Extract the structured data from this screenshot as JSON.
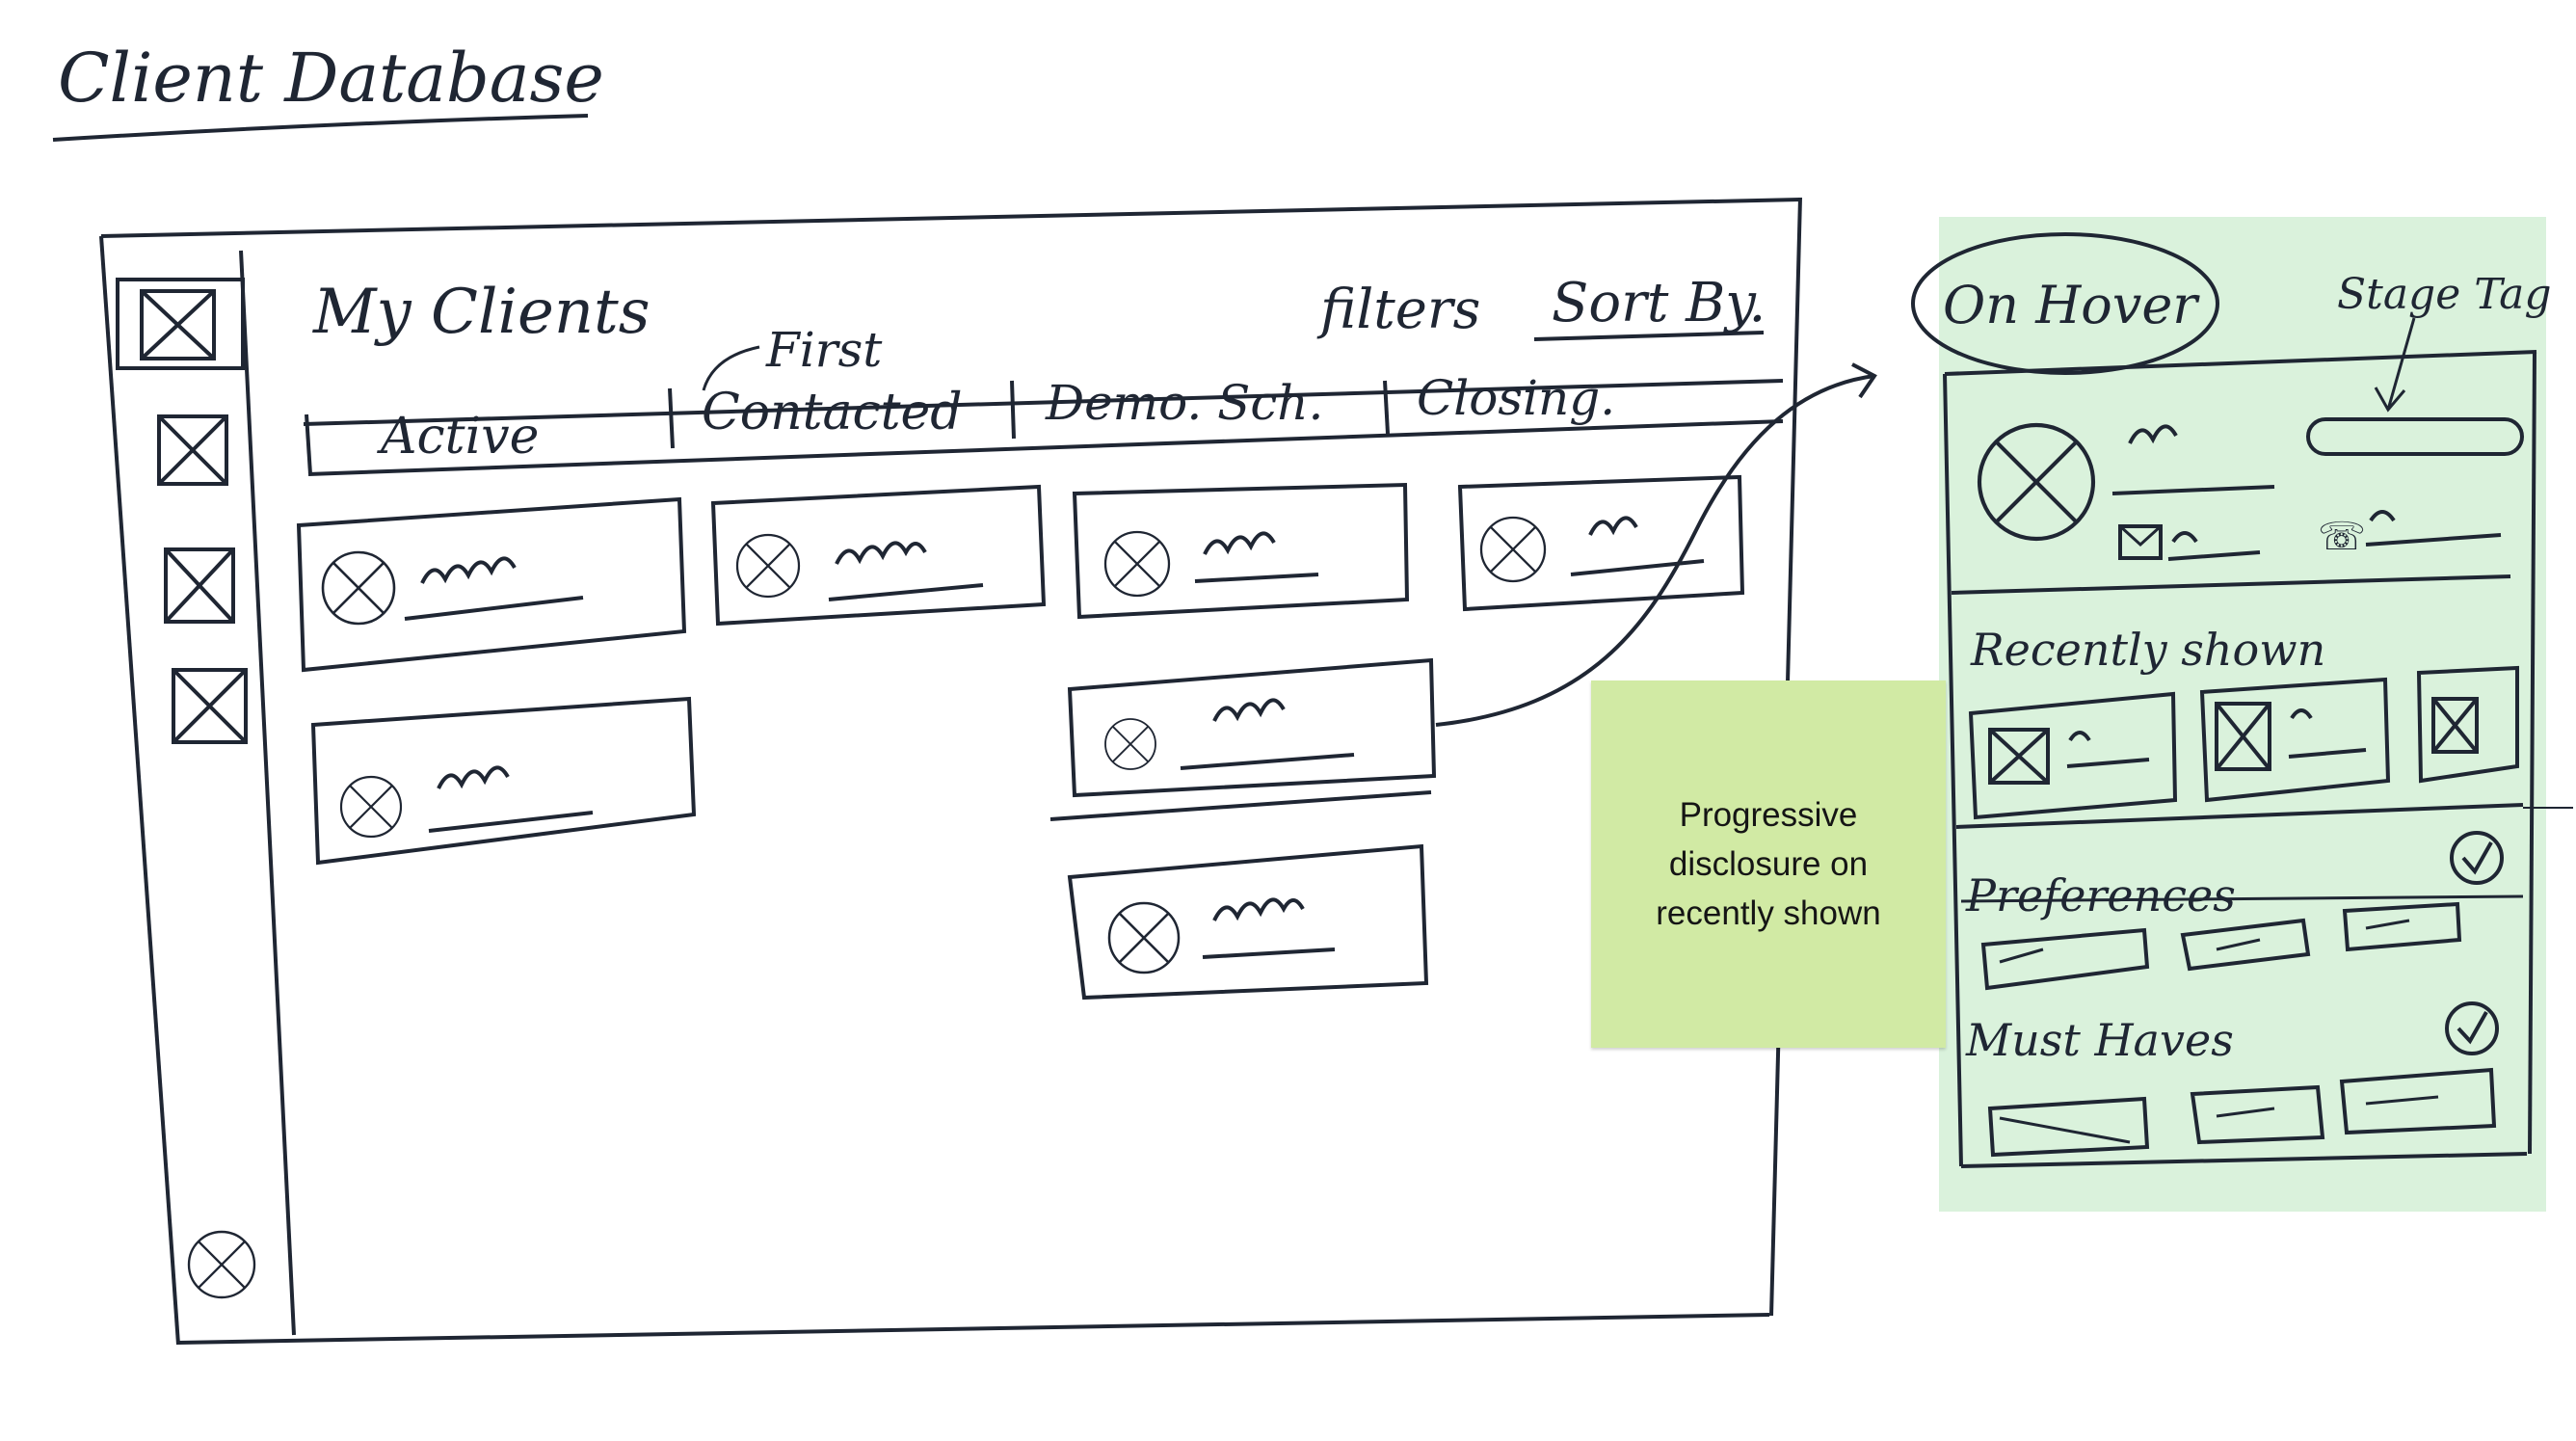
{
  "title": "Client Database",
  "screen": {
    "heading": "My Clients",
    "filters_label": "filters",
    "sort_label": "Sort By.",
    "tabs": [
      {
        "label": "Active",
        "annotation": ""
      },
      {
        "label": "Contacted",
        "annotation": "First"
      },
      {
        "label": "Demo. Sch.",
        "annotation": ""
      },
      {
        "label": "Closing.",
        "annotation": ""
      }
    ]
  },
  "hover_panel": {
    "callout": "On Hover",
    "stage_tag_note": "Stage Tag",
    "recently_shown": "Recently shown",
    "preferences": "Preferences",
    "must_haves": "Must Haves"
  },
  "sticky_note": {
    "text": "Progressive disclosure on recently shown"
  },
  "colors": {
    "ink": "#1f2633",
    "panel_green": "#daf2dc",
    "sticky_green": "#d1eaa4"
  }
}
